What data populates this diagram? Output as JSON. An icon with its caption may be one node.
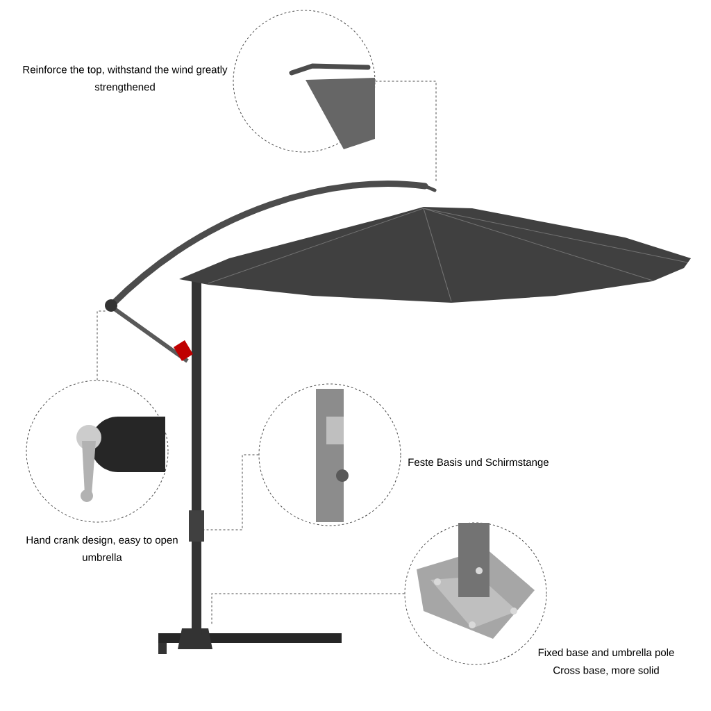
{
  "diagram": {
    "nodes": [
      {
        "text": [],
        "shape": "picture",
        "beside": [
          "Reinforce the top, withstand the wind greatly strengthened"
        ]
      },
      {
        "text": [],
        "shape": "picture",
        "beside": [
          "Hand crank design, easy to open umbrella"
        ]
      },
      {
        "text": [],
        "shape": "picture",
        "beside": [
          "Feste Basis und Schirmstange"
        ]
      },
      {
        "text": [],
        "shape": "picture",
        "beside": [
          "Fixed base and umbrella pole",
          "Cross base, more solid"
        ]
      }
    ],
    "edges": [
      {
        "from": 0,
        "to": null,
        "arrow": "none",
        "style": "dashed"
      },
      {
        "from": 1,
        "to": null,
        "arrow": "none",
        "style": "dashed"
      },
      {
        "from": 2,
        "to": null,
        "arrow": "none",
        "style": "dashed"
      },
      {
        "from": 3,
        "to": null,
        "arrow": "none",
        "style": "dashed"
      }
    ]
  }
}
